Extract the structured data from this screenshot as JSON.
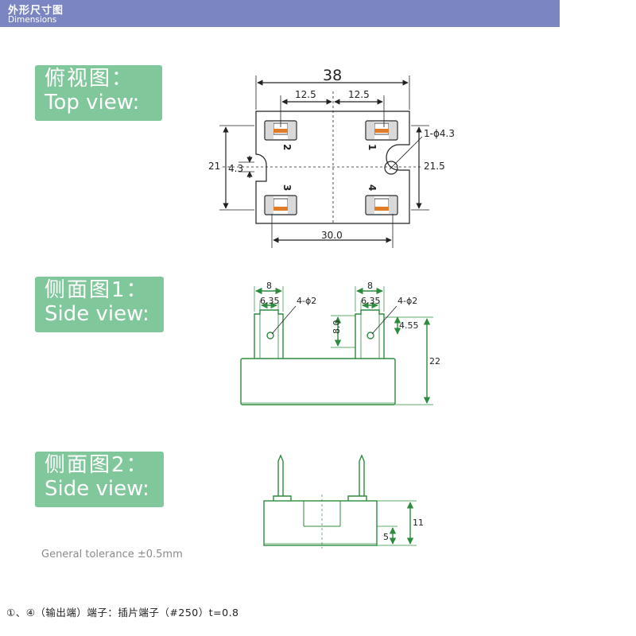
{
  "header": {
    "title_cn": "外形尺寸图",
    "title_en": "Dimensions"
  },
  "labels": {
    "top": {
      "cn": "俯视图：",
      "en": "Top view:"
    },
    "side1": {
      "cn": "侧面图1：",
      "en": "Side view:"
    },
    "side2": {
      "cn": "侧面图2：",
      "en": "Side view:"
    }
  },
  "top_view": {
    "width": "38",
    "half_left": "12.5",
    "half_right": "12.5",
    "hole_dim": "1-ϕ4.3",
    "left_height": "21",
    "slot": "4.3",
    "right_height": "21.5",
    "bottom": "30.0",
    "pins": [
      "1",
      "2",
      "3",
      "4"
    ]
  },
  "side_view_1": {
    "tab_width_a": "8",
    "tab_inner_a": "6.35",
    "hole_a": "4-ϕ2",
    "tab_width_b": "8",
    "tab_inner_b": "6.35",
    "hole_b": "4-ϕ2",
    "tab_height": "8.0",
    "hole_offset": "4.55",
    "total_height": "22"
  },
  "side_view_2": {
    "height": "11",
    "base": "5"
  },
  "tolerance": "General tolerance ±0.5mm",
  "footnote": "①、④（输出端）端子：插片端子（#250）t=0.8",
  "colors": {
    "header": "#7b85c2",
    "label_bg": "#80c79b",
    "line": "#222222",
    "arrow": "#2e8b3e",
    "terminal": "#e07b2a"
  }
}
